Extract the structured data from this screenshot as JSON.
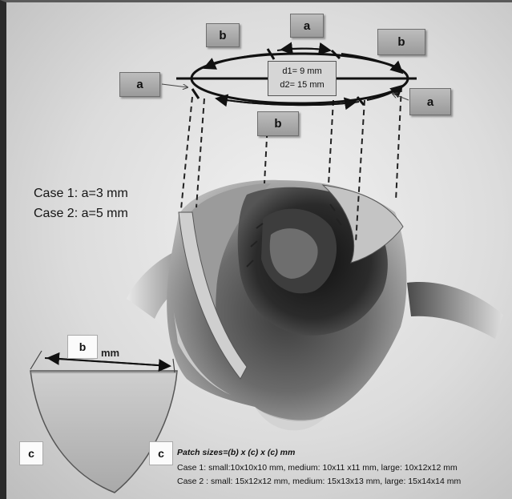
{
  "labels": {
    "a": "a",
    "b": "b",
    "c": "c"
  },
  "diameters": {
    "d1": "d1= 9 mm",
    "d2": "d2=  15 mm"
  },
  "cases": {
    "case1": "Case 1: a=3 mm",
    "case2": "Case 2: a=5 mm"
  },
  "patch": {
    "unit": "mm",
    "title": "Patch sizes=(b) x (c) x (c) mm",
    "case1": "Case 1: small:10x10x10 mm, medium: 10x11 x11 mm, large: 10x12x12 mm",
    "case2": "Case 2 : small: 15x12x12 mm, medium: 15x13x13 mm, large: 15x14x14 mm"
  }
}
